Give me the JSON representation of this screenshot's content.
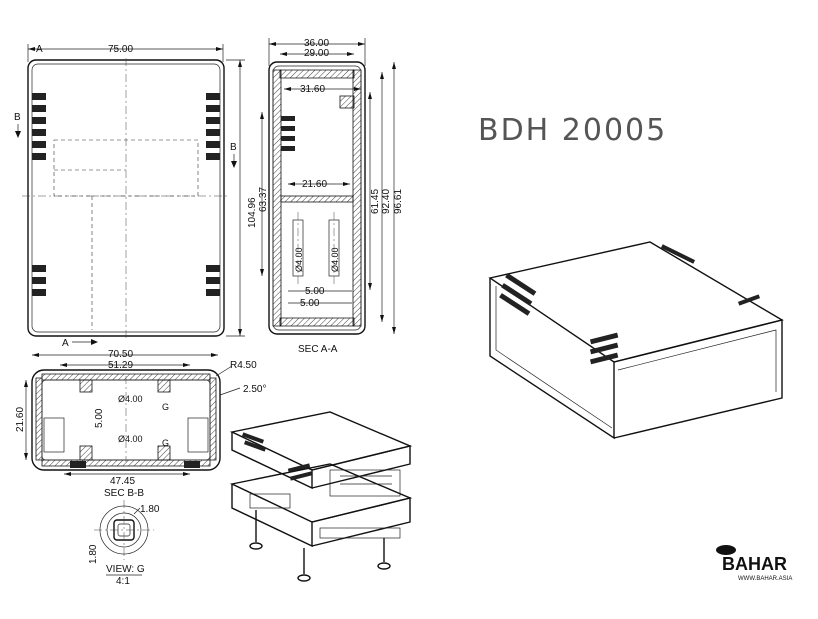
{
  "model": "BDH 20005",
  "brand": {
    "name": "BAHAR",
    "website": "WWW.BAHAR.ASIA"
  },
  "front_view": {
    "width": "75.00",
    "height": "104.96",
    "section_a": "A",
    "section_b": "B"
  },
  "section_a_a": {
    "title": "SEC A-A",
    "outer_width": "36.00",
    "inner_width": "29.00",
    "top_inner": "31.60",
    "mid_inner": "21.60",
    "left_height": "63.37",
    "h1": "61.45",
    "h2": "92.40",
    "h3": "96.61",
    "hole1": "Ø4.00",
    "hole2": "Ø4.00",
    "boss1": "5.00",
    "boss2": "5.00"
  },
  "section_b_b": {
    "title": "SEC B-B",
    "outer_width": "70.50",
    "inner_width": "51.29",
    "radius": "R4.50",
    "angle": "2.50°",
    "height": "21.60",
    "boss_height": "5.00",
    "hole1": "Ø4.00",
    "hole2": "Ø4.00",
    "bottom_width": "47.45",
    "detail_ref": "G"
  },
  "detail_view": {
    "title": "VIEW: G",
    "scale": "4:1",
    "dim1": "1.80",
    "dim2": "1.80"
  }
}
